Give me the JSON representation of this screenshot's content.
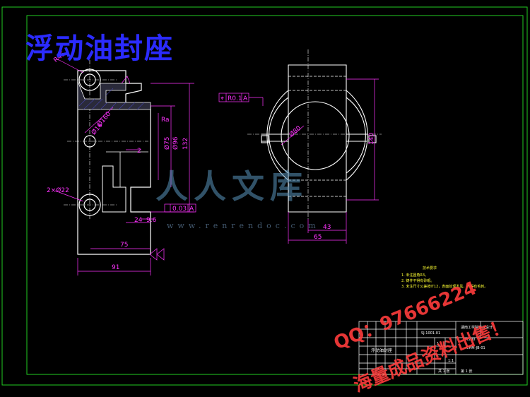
{
  "drawing": {
    "title": "浮动油封座",
    "dims_left": {
      "d_top": "R46",
      "d_mid1": "Ø160",
      "d_mid2": "Ø16",
      "d_n2": "2×Ø22",
      "v2": "2",
      "h24": "24",
      "h96": "9.6",
      "h75": "75",
      "h91": "91",
      "v75": "Ø75",
      "v96": "Ø96",
      "v132": "132",
      "tol_left": "0.03",
      "tol_left_ref": "A",
      "ra": "Ra"
    },
    "dims_right": {
      "tol_sym": "⌖",
      "tol_val": "R0.1",
      "tol_ref": "A",
      "d_bore": "Ø80",
      "v140": "140",
      "h43": "43",
      "h65": "65"
    },
    "notes": {
      "heading": "技术要求",
      "lines": [
        "1. 未注圆角R3。",
        "2. 铸件不得有砂眼。",
        "3. 未注尺寸公差按IT12，表面处理发黑，不得有毛刺。"
      ]
    },
    "title_block": {
      "school": "湖南工学院毕业设计",
      "part_name": "浮动油封座",
      "part_code": "SJ-1001-01",
      "drawing_no": "CHM-JB-01",
      "scale": "1:1",
      "qty": "1",
      "sheet_of": "共 1 张",
      "sheet_no": "第 1 张",
      "designer": "",
      "material": "HT200"
    }
  },
  "watermarks": {
    "site": "人人文库",
    "url": "www.renrendoc.com",
    "qq": "QQ：97666224",
    "sale": "海量成品资料出售！"
  },
  "colors": {
    "background": "#000000",
    "line": "#ffffff",
    "dimension": "#ff33ff",
    "border": "#22cc22",
    "title": "#2b2bff"
  }
}
